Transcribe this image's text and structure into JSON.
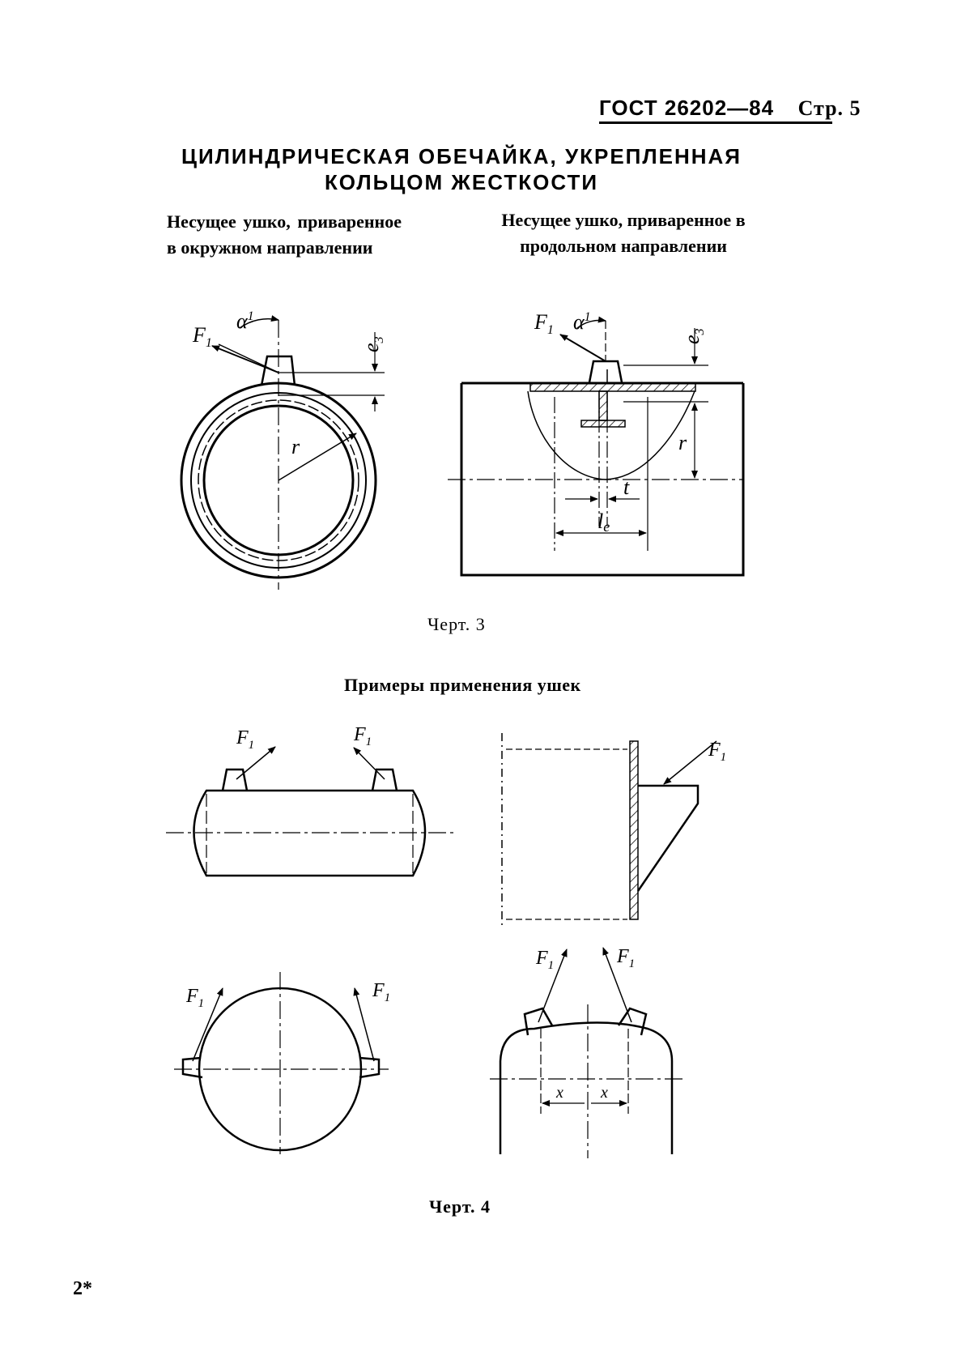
{
  "header": {
    "standard": "ГОСТ 26202—84",
    "page": "Стр. 5"
  },
  "title": {
    "line1": "ЦИЛИНДРИЧЕСКАЯ ОБЕЧАЙКА, УКРЕПЛЕННАЯ",
    "line2": "КОЛЬЦОМ ЖЕСТКОСТИ"
  },
  "captions": {
    "left": "Несущее ушко, приваренное в окружном направлении",
    "right": "Несущее ушко, приваренное в продольном направлении"
  },
  "figure3": {
    "caption": "Черт. 3",
    "labels": {
      "force": "F",
      "force_sub": "1",
      "angle": "α",
      "angle_sub": "1",
      "eccentricity": "e",
      "eccentricity_sub": "3",
      "radius": "r",
      "thickness": "t",
      "length": "l",
      "length_sub": "e"
    }
  },
  "section_title": "Примеры применения ушек",
  "figure4": {
    "caption": "Черт. 4",
    "labels": {
      "force": "F",
      "force_sub": "1",
      "distance": "x"
    }
  },
  "footnote": "2*"
}
